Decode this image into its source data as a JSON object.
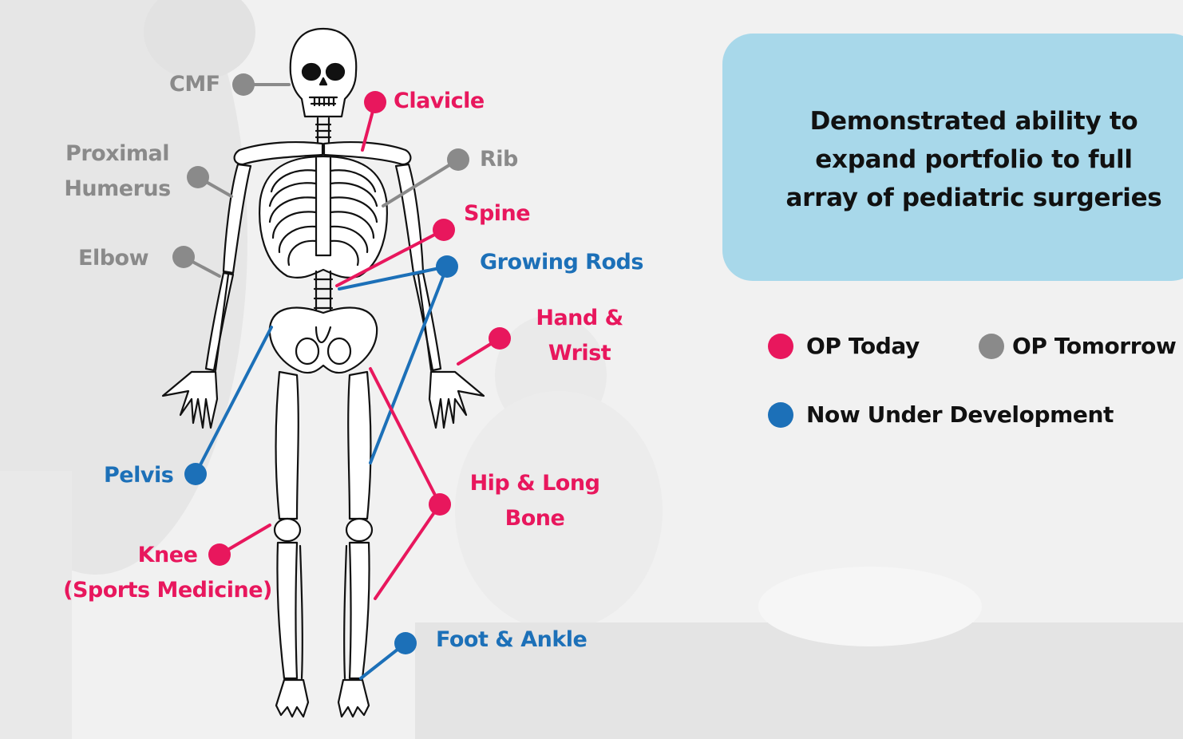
{
  "labels": {
    "cmf": "CMF",
    "clavicle": "Clavicle",
    "proximal_humerus_line1": "Proximal",
    "proximal_humerus_line2": "Humerus",
    "rib": "Rib",
    "spine": "Spine",
    "elbow": "Elbow",
    "growing_rods": "Growing Rods",
    "hand_wrist_line1": "Hand &",
    "hand_wrist_line2": "Wrist",
    "pelvis": "Pelvis",
    "hip_long_bone_line1": "Hip & Long",
    "hip_long_bone_line2": "Bone",
    "knee_line1": "Knee",
    "knee_line2": "(Sports Medicine)",
    "foot_ankle": "Foot & Ankle"
  },
  "callout": {
    "line1": "Demonstrated ability to",
    "line2": "expand portfolio to full",
    "line3": "array of pediatric surgeries"
  },
  "legend": {
    "op_today": "OP Today",
    "op_tomorrow": "OP Tomorrow",
    "now_under_development": "Now Under Development"
  },
  "colors": {
    "op_today": "#e8175d",
    "op_tomorrow": "#8a8a8a",
    "now_under_development": "#1c70b8",
    "callout_background": "#a8d8ea"
  }
}
